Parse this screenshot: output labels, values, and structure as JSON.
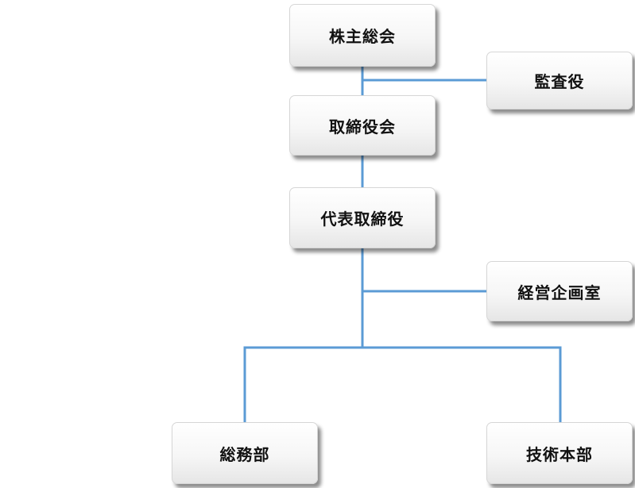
{
  "colors": {
    "connector": "#5b9bd5",
    "node_text": "#111111"
  },
  "nodes": {
    "shareholders": "株主総会",
    "auditor": "監査役",
    "board": "取締役会",
    "representative_director": "代表取締役",
    "planning_office": "経営企画室",
    "general_affairs": "総務部",
    "technology_division": "技術本部"
  }
}
